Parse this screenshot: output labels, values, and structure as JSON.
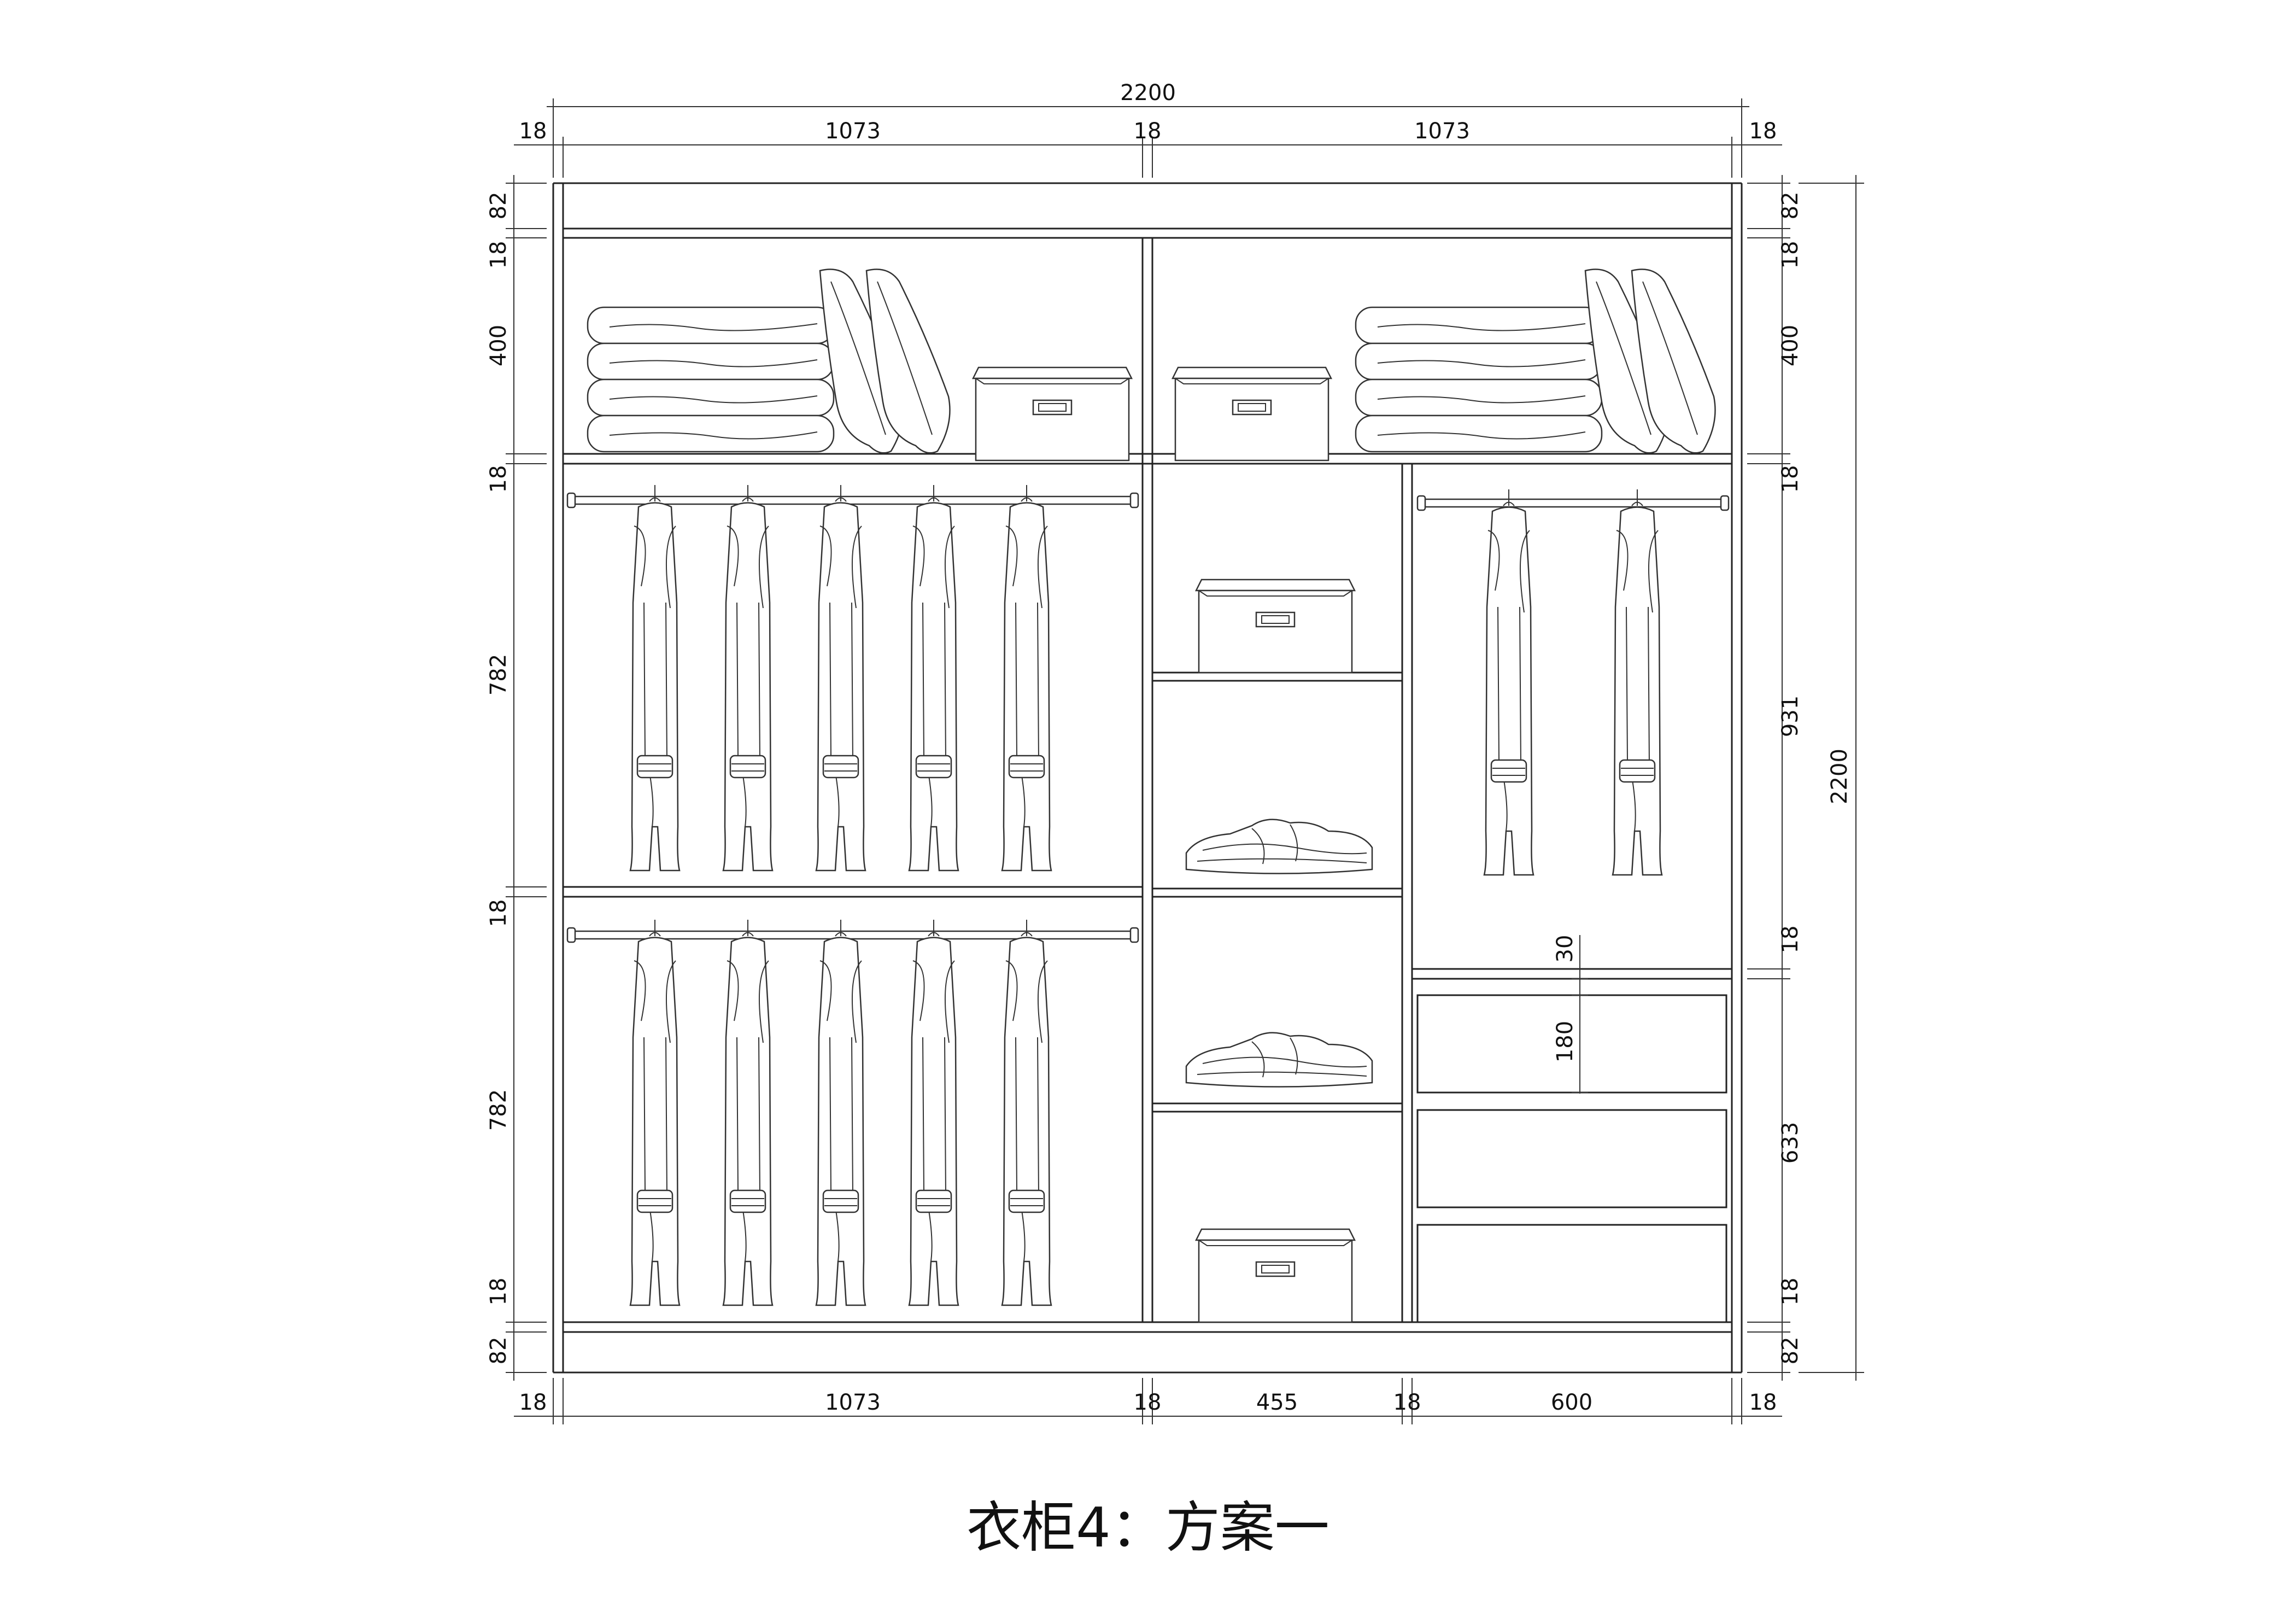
{
  "title": "衣柜4：方案一",
  "dimensions": {
    "top_overall": "2200",
    "top_left_side": "18",
    "top_left_span": "1073",
    "top_middle_side": "18",
    "top_right_span": "1073",
    "top_right_side": "18",
    "left_top_base": "82",
    "left_top_board": "18",
    "left_upper_shelf": "400",
    "left_board_1": "18",
    "left_hang_1": "782",
    "left_board_2": "18",
    "left_hang_2": "782",
    "left_board_3": "18",
    "left_bottom_base": "82",
    "right_top_base": "82",
    "right_top_board": "18",
    "right_upper_shelf": "400",
    "right_board_1": "18",
    "right_hang": "931",
    "right_board_2": "18",
    "right_drawers": "633",
    "right_board_3": "18",
    "right_bottom_base": "82",
    "overall_height": "2200",
    "drawer_gap": "30",
    "drawer_height": "180",
    "bottom_left_side": "18",
    "bottom_left_span": "1073",
    "bottom_side_2": "18",
    "bottom_middle_span": "455",
    "bottom_side_3": "18",
    "bottom_right_span": "600",
    "bottom_right_side": "18"
  }
}
